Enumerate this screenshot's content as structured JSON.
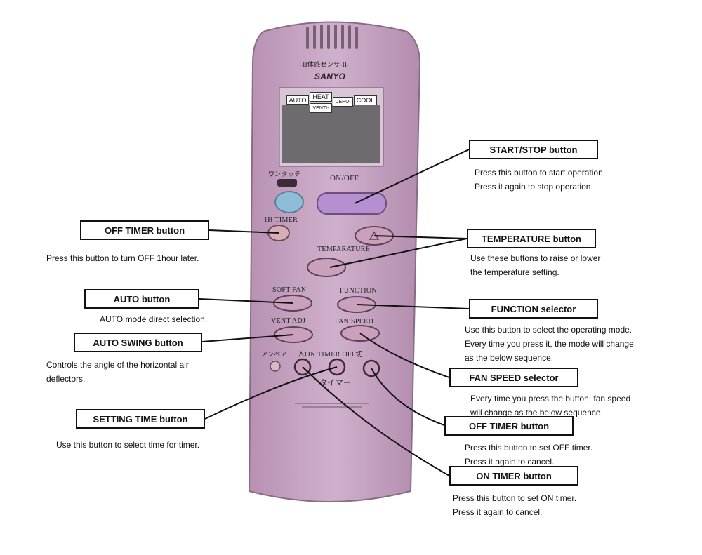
{
  "remote": {
    "sensor_text": "-II体感センサ-II-",
    "brand": "SANYO",
    "modes": [
      "AUTO",
      "HEAT",
      "VENTI-",
      "DEHU-",
      "COOL"
    ],
    "one_touch_text": "ワンタッチ",
    "on_off_text": "ON/OFF",
    "timer_1h_text": "1H TIMER",
    "temperature_text": "TEMPARATURE",
    "soft_fan_text": "SOFT FAN",
    "function_text": "FUNCTION",
    "vent_adj_text": "VENT ADJ",
    "fan_speed_text": "FAN SPEED",
    "ampere_text": "アンペア",
    "on_timer_off_text": "入ON TIMER OFF切",
    "timer_jp_text": "タイマー"
  },
  "labels": {
    "start_stop": {
      "title": "START/STOP button",
      "desc": [
        "Press this button to start operation.",
        "Press it again to stop operation."
      ]
    },
    "off_timer_1h": {
      "title": "OFF TIMER button",
      "desc": [
        "Press this button to turn OFF 1hour later."
      ]
    },
    "temperature": {
      "title": "TEMPERATURE button",
      "desc": [
        "Use these buttons to raise or lower",
        "the temperature setting."
      ]
    },
    "auto": {
      "title": "AUTO button",
      "desc": [
        "AUTO mode direct selection."
      ]
    },
    "function": {
      "title": "FUNCTION selector",
      "desc": [
        "Use this button to select the operating mode.",
        "Every time you press it, the mode will change",
        "as the below sequence."
      ]
    },
    "auto_swing": {
      "title": "AUTO SWING button",
      "desc": [
        "Controls the angle of the horizontal air",
        "deflectors."
      ]
    },
    "fan_speed": {
      "title": "FAN SPEED selector",
      "desc": [
        "Every time you press the button, fan speed",
        "will change as the below sequence."
      ]
    },
    "setting_time": {
      "title": "SETTING TIME button",
      "desc": [
        "Use this button to select time for timer."
      ]
    },
    "off_timer": {
      "title": "OFF TIMER button",
      "desc": [
        "Press this button to set OFF timer.",
        "Press it again to cancel."
      ]
    },
    "on_timer": {
      "title": "ON TIMER button",
      "desc": [
        "Press this button to set ON timer.",
        "Press it again to cancel."
      ]
    }
  },
  "colors": {
    "body": "#c9a6c4",
    "screen": "#6e6a70",
    "on_off": "#b58fd0",
    "one_touch": "#8fbcd8"
  }
}
